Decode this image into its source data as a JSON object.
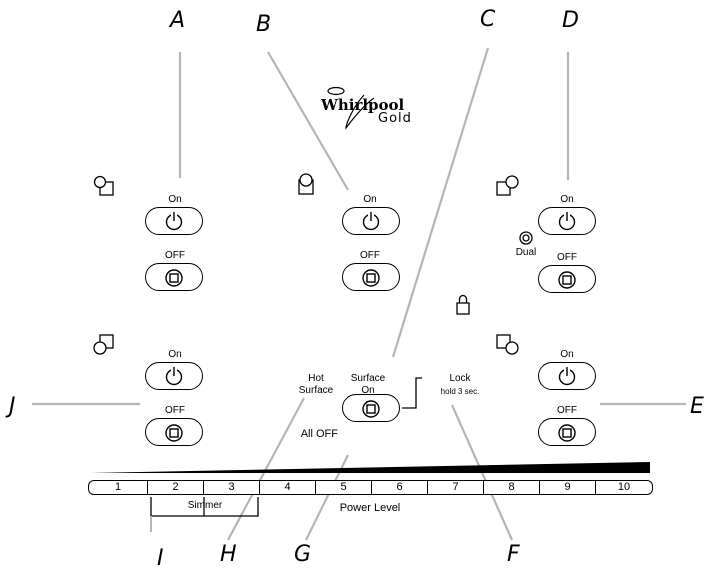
{
  "callouts": {
    "a": "A",
    "b": "B",
    "c": "C",
    "d": "D",
    "e": "E",
    "f": "F",
    "g": "G",
    "h": "H",
    "i": "I",
    "j": "J"
  },
  "brand": {
    "name": "Whirlpool",
    "tier": "Gold"
  },
  "labels": {
    "on": "On",
    "off": "OFF",
    "dual": "Dual",
    "hot": "Hot",
    "surface_word": "Surface",
    "surface_on_1": "Surface",
    "surface_on_2": "On",
    "lock": "Lock",
    "lock_hint": "hold 3 sec.",
    "all_off": "All OFF",
    "simmer": "Simmer",
    "power_level": "Power Level"
  },
  "power_levels": [
    "1",
    "2",
    "3",
    "4",
    "5",
    "6",
    "7",
    "8",
    "9",
    "10"
  ],
  "icons": [
    "burner-rear-left-icon",
    "burner-rear-center-icon",
    "burner-rear-right-icon",
    "burner-front-left-icon",
    "burner-front-right-icon",
    "power-icon",
    "stop-icon",
    "lock-icon",
    "dual-icon"
  ]
}
